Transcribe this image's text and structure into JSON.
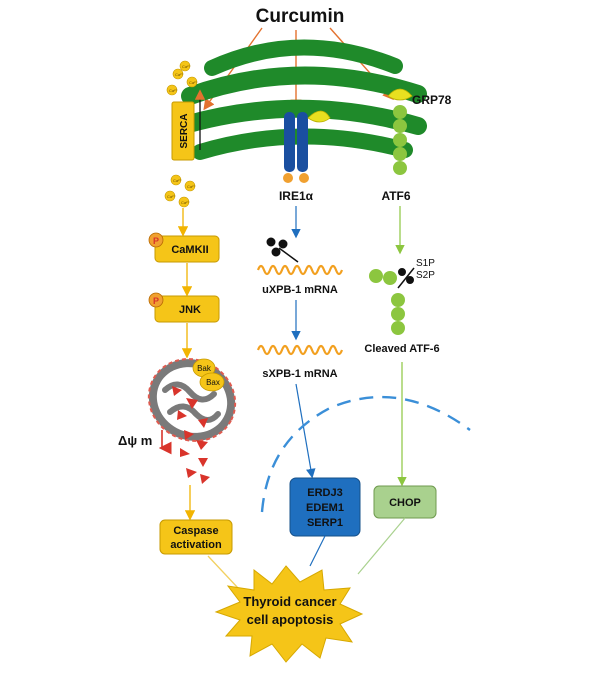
{
  "title": "Curcumin",
  "er": {
    "serca": "SERCA",
    "grp78": "GRP78",
    "ire1a": "IRE1α",
    "atf6": "ATF6",
    "ca_ion": "Ca²⁺"
  },
  "left_path": {
    "camkii": "CaMKII",
    "jnk": "JNK",
    "phospho": "P",
    "bak": "Bak",
    "bax": "Bax",
    "delta_psi": "Δψ m",
    "caspase_line1": "Caspase",
    "caspase_line2": "activation"
  },
  "middle_path": {
    "uxbp": "uXPB-1 mRNA",
    "sxbp": "sXPB-1 mRNA",
    "targets": [
      "ERDJ3",
      "EDEM1",
      "SERP1"
    ]
  },
  "right_path": {
    "s1p": "S1P",
    "s2p": "S2P",
    "cleaved": "Cleaved ATF-6",
    "chop": "CHOP"
  },
  "outcome": {
    "line1": "Thyroid cancer",
    "line2": "cell apoptosis"
  },
  "colors": {
    "er_green": "#1f8a2a",
    "box_yellow": "#f5c518",
    "box_blue": "#1f6fbf",
    "box_green": "#a9d18e",
    "red": "#d9342b",
    "atf6_green": "#8cc63f",
    "ire_blue": "#1a4fa0"
  }
}
